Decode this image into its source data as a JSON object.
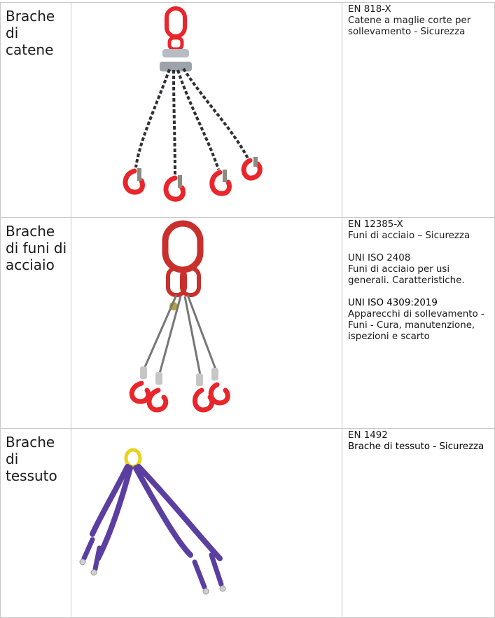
{
  "rows": [
    {
      "category": "Brache di catene",
      "standards": [
        {
          "code": "EN 818-X",
          "desc": "Catene a maglie corte per sollevamento - Sicurezza"
        }
      ]
    },
    {
      "category": "Brache di funi di acciaio",
      "standards": [
        {
          "code": "EN 12385-X",
          "desc": "Funi di acciaio – Sicurezza"
        },
        {
          "code": "UNI ISO 2408",
          "desc": "Funi di acciaio per usi generali. Caratteristiche."
        },
        {
          "code": "UNI ISO 4309:2019",
          "desc": "Apparecchi di sollevamento - Funi - Cura, manutenzione, ispezioni e scarto"
        }
      ]
    },
    {
      "category": "Brache di tessuto",
      "standards": [
        {
          "code": "EN 1492",
          "desc": "Brache di tessuto - Sicurezza"
        }
      ]
    }
  ],
  "colors": {
    "hook_red": "#e8262b",
    "chain_dark": "#2f3033",
    "sling_purple": "#5b3fa0",
    "ring_yellow": "#e9d21c"
  }
}
